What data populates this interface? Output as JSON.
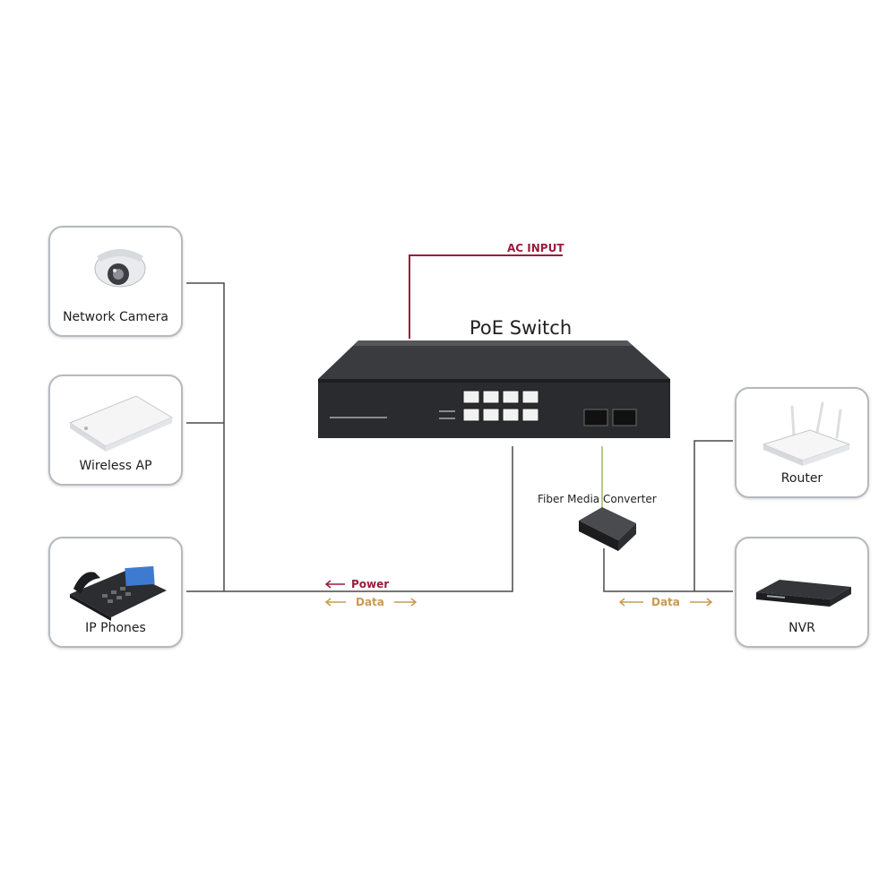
{
  "switch_title": "PoE Switch",
  "ac_input": "AC INPUT",
  "converter_label": "Fiber Media Converter",
  "legend_left": {
    "power": "Power",
    "data": "Data"
  },
  "legend_right": {
    "data": "Data"
  },
  "devices": {
    "camera": "Network Camera",
    "ap": "Wireless AP",
    "phone": "IP Phones",
    "router": "Router",
    "nvr": "NVR"
  },
  "colors": {
    "power": "#9b1c3a",
    "data": "#c89a52",
    "fiber": "#b5cc86",
    "line": "#4a4a4a"
  }
}
